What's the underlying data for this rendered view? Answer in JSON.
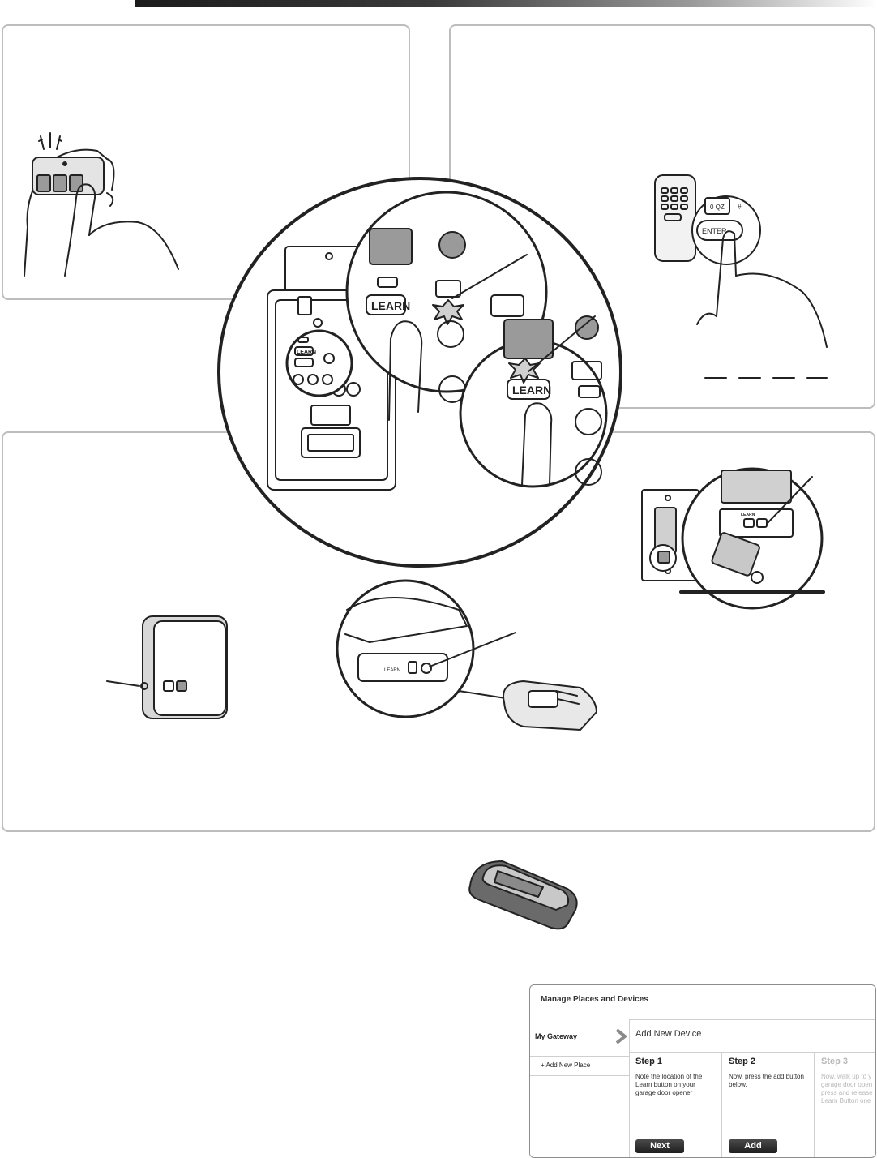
{
  "illustrations": {
    "learn_label": "LEARN",
    "keypad_enter_label": "ENTER",
    "keypad_key_label": "0 QZ",
    "keypad_pound_label": "#"
  },
  "web_ui": {
    "title": "Manage Places and Devices",
    "sidebar": {
      "items": [
        {
          "label": "My Gateway",
          "icon": "chevron-right-icon"
        },
        {
          "label": "+ Add New Place"
        }
      ]
    },
    "main": {
      "title": "Add New Device",
      "steps": [
        {
          "heading": "Step 1",
          "text": "Note the location of the Learn button on your garage door opener",
          "button": "Next"
        },
        {
          "heading": "Step 2",
          "text": "Now, press the add button below.",
          "button": "Add"
        },
        {
          "heading": "Step 3",
          "text": "Now, walk up to y garage door open press and release Learn Button one"
        }
      ]
    }
  },
  "colors": {
    "line": "#222222",
    "panel_border": "#bdbdbd",
    "led": "#d0d0d0",
    "button_dark": "#2a2a2a"
  }
}
